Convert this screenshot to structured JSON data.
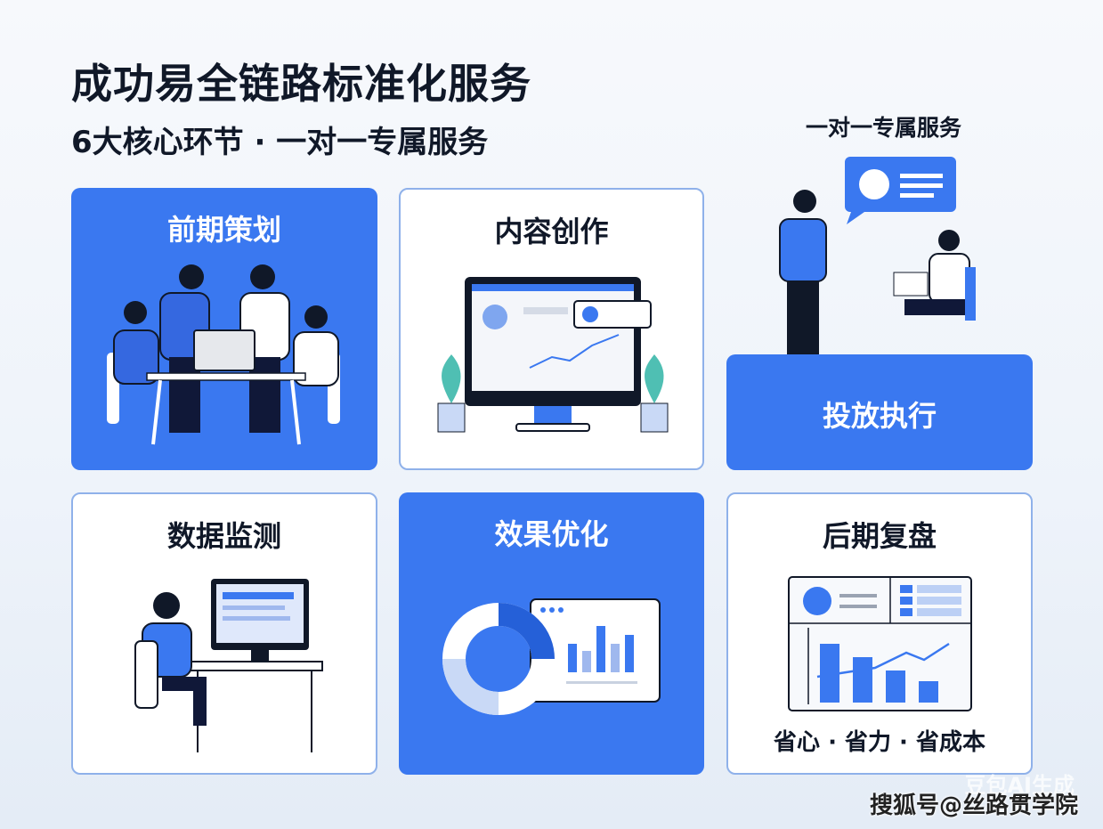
{
  "header": {
    "title": "成功易全链路标准化服务",
    "subtitle": "6大核心环节 · 一对一专属服务"
  },
  "side_label": "一对一专属服务",
  "cards": [
    {
      "label": "前期策划",
      "style": "blue"
    },
    {
      "label": "内容创作",
      "style": "white"
    },
    {
      "label": "投放执行",
      "style": "blue"
    },
    {
      "label": "数据监测",
      "style": "white"
    },
    {
      "label": "效果优化",
      "style": "blue"
    },
    {
      "label": "后期复盘",
      "style": "white"
    }
  ],
  "slogan": "省心 · 省力 · 省成本",
  "watermark": {
    "ai": "豆包AI生成",
    "source": "搜狐号@丝路贯学院"
  },
  "colors": {
    "accent": "#3a78f0",
    "dark": "#101828",
    "border": "#8fb1ea"
  }
}
